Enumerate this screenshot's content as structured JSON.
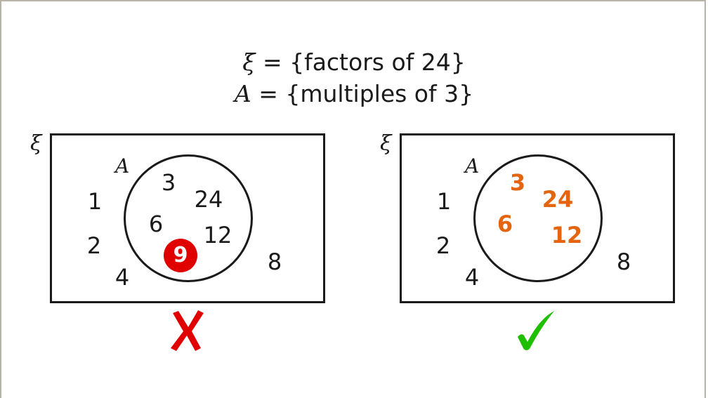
{
  "header": {
    "line1": {
      "symbol": "ξ",
      "text": " = {factors of 24}"
    },
    "line2": {
      "symbol": "A",
      "text": " = {multiples of 3}"
    }
  },
  "colors": {
    "outline": "#1a1a1a",
    "wrong_highlight": "#e00000",
    "correct_highlight": "#e3650f",
    "cross": "#e00000",
    "tick": "#1fbf00",
    "frame_border": "#b8b2a7"
  },
  "diagrams": [
    {
      "id": "incorrect",
      "universal_label": "ξ",
      "set_label": "A",
      "inside_set": [
        "3",
        "24",
        "6",
        "12",
        "9"
      ],
      "outside_set": [
        "1",
        "2",
        "4",
        "8"
      ],
      "highlighted": {
        "value": "9",
        "style": "red-circle"
      },
      "verdict": "incorrect",
      "verdict_icon": "cross-icon"
    },
    {
      "id": "correct",
      "universal_label": "ξ",
      "set_label": "A",
      "inside_set": [
        "3",
        "24",
        "6",
        "12"
      ],
      "outside_set": [
        "1",
        "2",
        "4",
        "8"
      ],
      "highlighted": {
        "values": [
          "3",
          "24",
          "6",
          "12"
        ],
        "style": "orange-bold"
      },
      "verdict": "correct",
      "verdict_icon": "tick-icon"
    }
  ]
}
